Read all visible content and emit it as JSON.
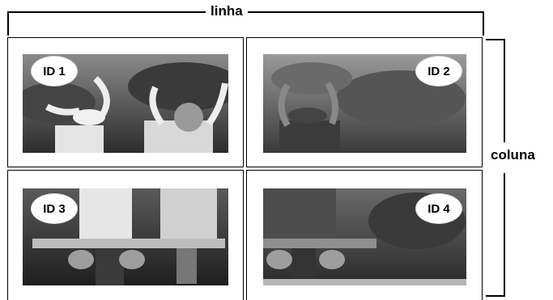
{
  "diagram": {
    "row_label": "linha",
    "column_label": "coluna",
    "screens": [
      {
        "id_label": "ID 1",
        "scene": "two-people-arms-raised"
      },
      {
        "id_label": "ID 2",
        "scene": "one-person-arms-raised"
      },
      {
        "id_label": "ID 3",
        "scene": "two-people-on-bench"
      },
      {
        "id_label": "ID 4",
        "scene": "bench-empty-dark"
      }
    ]
  }
}
